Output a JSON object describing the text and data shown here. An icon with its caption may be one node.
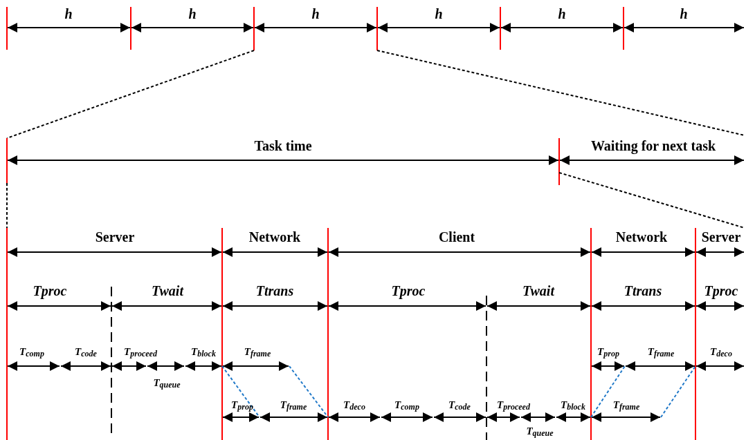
{
  "diagram": {
    "labels": [
      "h",
      "h",
      "h",
      "h",
      "h",
      "h",
      "Task time",
      "Waiting for next task",
      "Server",
      "Network",
      "Client",
      "Network",
      "Server",
      "Tproc",
      "Twait",
      "Ttrans",
      "Tproc",
      "Twait",
      "Ttrans",
      "Tproc",
      "T$_{comp}$",
      "T$_{code}$",
      "T$_{proceed}$",
      "T$_{block}$",
      "T$_{frame}$",
      "T$_{prop}$",
      "T$_{frame}$",
      "T$_{deco}$",
      "T$_{queue}$",
      "T$_{prop}$",
      "T$_{frame}$",
      "T$_{deco}$",
      "T$_{comp}$",
      "T$_{code}$",
      "T$_{proceed}$",
      "T$_{block}$",
      "T$_{frame}$",
      "T$_{queue}$"
    ]
  }
}
